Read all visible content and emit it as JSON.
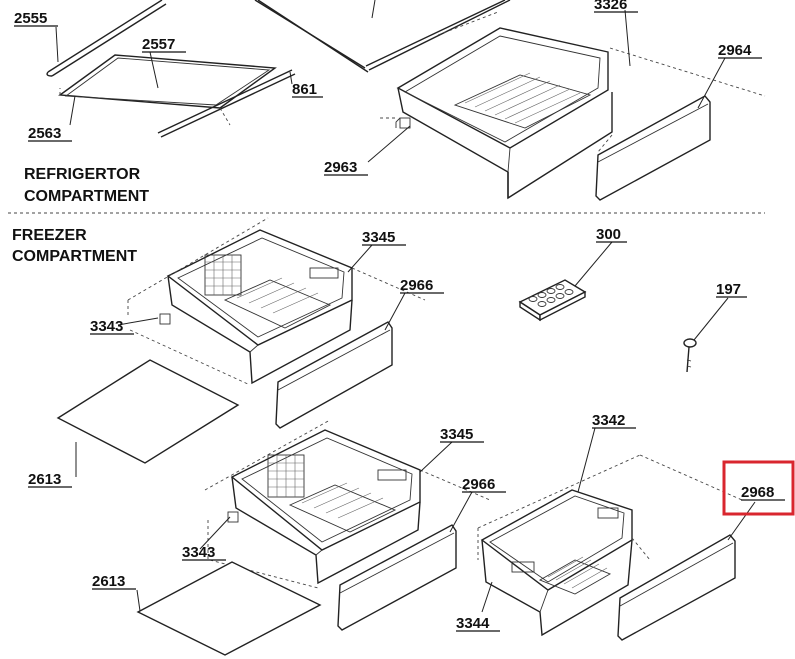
{
  "sections": {
    "refrigerator": [
      "REFRIGERTOR",
      "COMPARTMENT"
    ],
    "freezer": [
      "FREEZER",
      "COMPARTMENT"
    ]
  },
  "part_numbers": {
    "p2555": "2555",
    "p2557": "2557",
    "p861": "861",
    "p2563": "2563",
    "p3326": "3326",
    "p2964": "2964",
    "p2963": "2963",
    "p3345a": "3345",
    "p2966a": "2966",
    "p3343a": "3343",
    "p300": "300",
    "p197": "197",
    "p2613a": "2613",
    "p3345b": "3345",
    "p2966b": "2966",
    "p3343b": "3343",
    "p3342": "3342",
    "p2968": "2968",
    "p2613b": "2613",
    "p3344": "3344"
  },
  "highlight": {
    "part": "2968",
    "color": "#d9262e"
  }
}
